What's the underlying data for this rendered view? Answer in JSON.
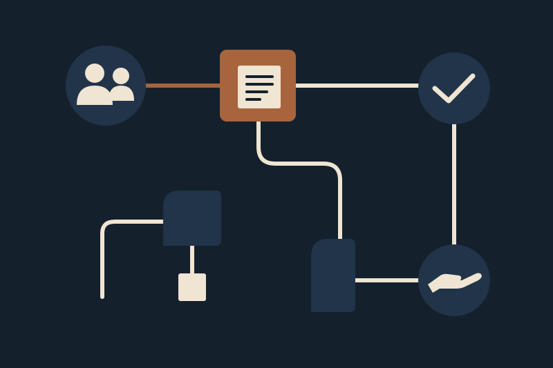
{
  "colors": {
    "background": "#15202d",
    "node_fill": "#223449",
    "accent": "#a7643d",
    "cream": "#efe5d2",
    "line": "#efe5d2"
  },
  "nodes": [
    {
      "id": "users",
      "icon": "users-icon",
      "shape": "circle"
    },
    {
      "id": "document",
      "icon": "document-icon",
      "shape": "square"
    },
    {
      "id": "approval",
      "icon": "checkmark-icon",
      "shape": "circle"
    },
    {
      "id": "payment",
      "icon": "hand-icon",
      "shape": "circle"
    },
    {
      "id": "folder-top",
      "icon": "tab-block",
      "shape": "tab"
    },
    {
      "id": "folder-bottom",
      "icon": "tab-block",
      "shape": "tab"
    },
    {
      "id": "small-box",
      "icon": "square",
      "shape": "square"
    }
  ],
  "connections": [
    {
      "from": "users",
      "to": "document"
    },
    {
      "from": "document",
      "to": "approval"
    },
    {
      "from": "approval",
      "to": "payment"
    },
    {
      "from": "document",
      "to": "folder-bottom"
    },
    {
      "from": "folder-bottom",
      "to": "payment"
    },
    {
      "from": "folder-top",
      "to": "small-box"
    }
  ]
}
